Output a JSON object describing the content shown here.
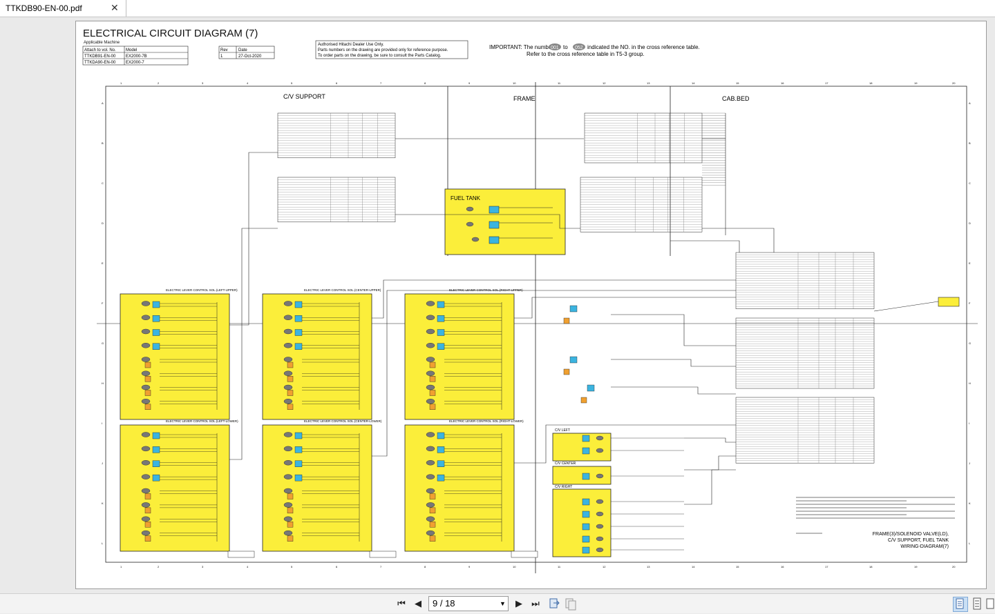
{
  "tab": {
    "title": "TTKDB90-EN-00.pdf",
    "close_glyph": "✕"
  },
  "doc": {
    "title": "ELECTRICAL CIRCUIT DIAGRAM (7)",
    "applicable": "Applicable Machine",
    "attach_header": "Attach to vol. No.",
    "model_header": "Model",
    "attach_rows": [
      [
        "TTKDB91-EN-00",
        "EX2000-7B"
      ],
      [
        "TTKDA90-EN-00",
        "EX2000-7"
      ]
    ],
    "rev_header": "Rev",
    "date_header": "Date",
    "rev_row": [
      "1",
      "27-Oct-2020"
    ],
    "notice_lines": [
      "Authorised Hitachi Dealer Use Only.",
      "Parts numbers on the drawing are provided only for reference purpose.",
      "To order parts on the drawing, be sure to consult the Parts Catalog."
    ],
    "important_1": "IMPORTANT: The number",
    "important_num_a": "001",
    "important_to": "to",
    "important_num_b": "052",
    "important_2": "indicated the NO. in the cross reference table.",
    "important_3": "Refer to the cross reference table in T5-3 group."
  },
  "diagram": {
    "grid_columns": [
      "1",
      "2",
      "3",
      "4",
      "5",
      "6",
      "7",
      "8",
      "9",
      "10",
      "11",
      "12",
      "13",
      "14",
      "15",
      "16",
      "17",
      "18",
      "19",
      "20"
    ],
    "grid_rows": [
      "A",
      "B",
      "C",
      "D",
      "E",
      "F",
      "G",
      "H",
      "I",
      "J",
      "K",
      "L"
    ],
    "section_cv_support": "C/V SUPPORT",
    "section_frame": "FRAME",
    "section_cab_bed": "CAB.BED",
    "fuel_tank": "FUEL TANK",
    "lever_boxes": [
      "ELECTRIC LEVER CONTROL SOL.(LEFT-UPPER)",
      "ELECTRIC LEVER CONTROL SOL.(CENTER-UPPER)",
      "ELECTRIC LEVER CONTROL SOL.(RIGHT-UPPER)",
      "ELECTRIC LEVER CONTROL SOL.(LEFT-LOWER)",
      "ELECTRIC LEVER CONTROL SOL.(CENTER-LOWER)",
      "ELECTRIC LEVER CONTROL SOL.(RIGHT-LOWER)"
    ],
    "cv_left": "C/V LEFT",
    "cv_center": "C/V CENTER",
    "cv_right": "C/V RIGHT",
    "title_block": [
      "FRAME(3)/SOLENOID VALVE(LD),",
      "C/V SUPPORT, FUEL TANK",
      "WIRING-DIAGRAM(7)"
    ]
  },
  "toolbar": {
    "first_glyph": "⏮",
    "prev_glyph": "◀",
    "page_value": "9 / 18",
    "dropdown_glyph": "▼",
    "next_glyph": "▶",
    "last_glyph": "⏭"
  },
  "icons": [
    "rotate-icon",
    "page-view-icon",
    "single-page-icon",
    "continuous-icon",
    "two-page-icon"
  ]
}
